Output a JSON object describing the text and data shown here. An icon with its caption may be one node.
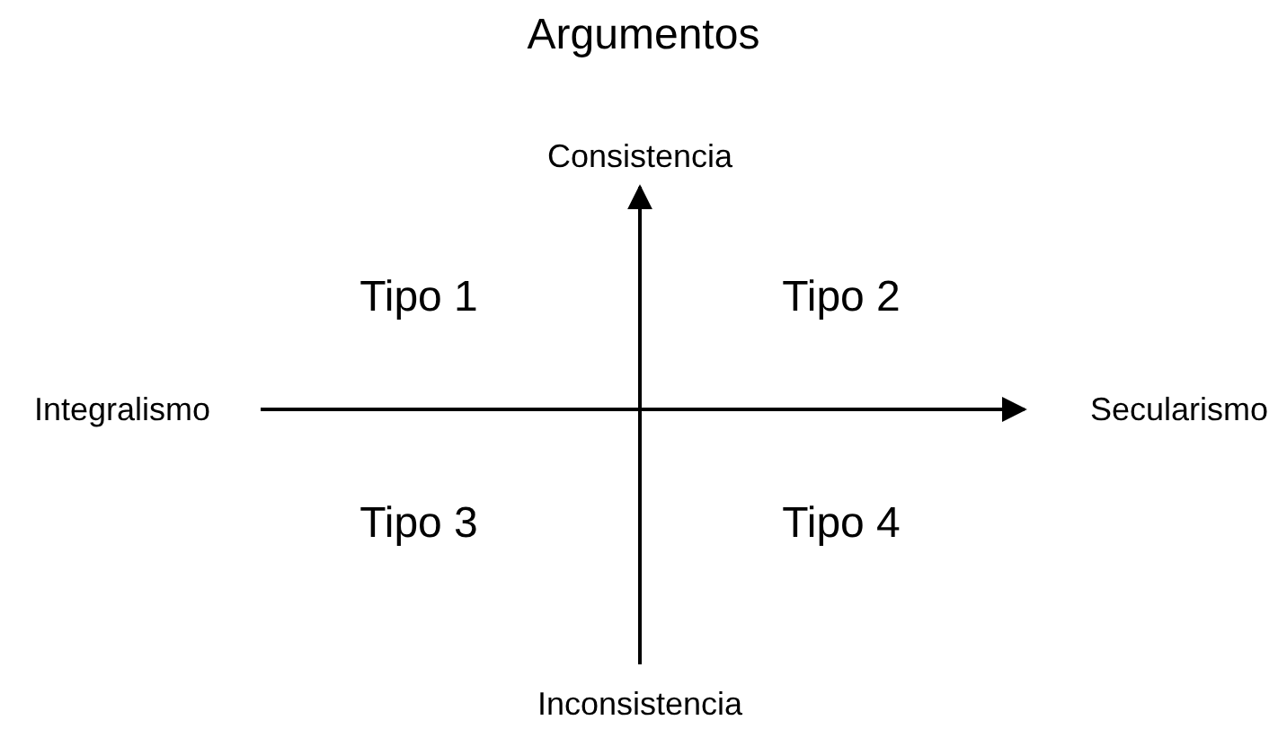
{
  "diagram": {
    "title": "Argumentos",
    "labels": [
      "Consistencia",
      "Tipo 1",
      "Tipo 2",
      "Integralismo",
      "Secularismo",
      "Tipo 3",
      "Tipo 4",
      "Inconsistencia"
    ]
  }
}
